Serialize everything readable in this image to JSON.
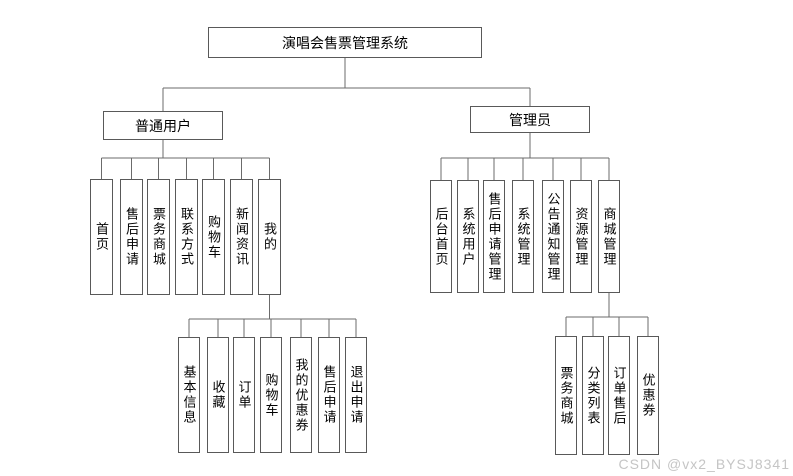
{
  "diagram": {
    "root": {
      "label": "演唱会售票管理系统"
    },
    "branches": [
      {
        "label": "普通用户",
        "children": [
          {
            "label": "首页"
          },
          {
            "label": "售后申请"
          },
          {
            "label": "票务商城"
          },
          {
            "label": "联系方式"
          },
          {
            "label": "购物车"
          },
          {
            "label": "新闻资讯"
          },
          {
            "label": "我的",
            "children": [
              {
                "label": "基本信息"
              },
              {
                "label": "收藏"
              },
              {
                "label": "订单"
              },
              {
                "label": "购物车"
              },
              {
                "label": "我的优惠券"
              },
              {
                "label": "售后申请"
              },
              {
                "label": "退出申请"
              }
            ]
          }
        ]
      },
      {
        "label": "管理员",
        "children": [
          {
            "label": "后台首页"
          },
          {
            "label": "系统用户"
          },
          {
            "label": "售后申请管理"
          },
          {
            "label": "系统管理"
          },
          {
            "label": "公告通知管理"
          },
          {
            "label": "资源管理"
          },
          {
            "label": "商城管理",
            "children": [
              {
                "label": "票务商城"
              },
              {
                "label": "分类列表"
              },
              {
                "label": "订单售后"
              },
              {
                "label": "优惠券"
              }
            ]
          }
        ]
      }
    ]
  },
  "watermark": "CSDN @vx2_BYSJ8341",
  "colors": {
    "background": "#ffffff",
    "box_border": "#595959",
    "connector_line": "#6b6b6b",
    "text": "#000000",
    "watermark": "#c5c5c5"
  }
}
